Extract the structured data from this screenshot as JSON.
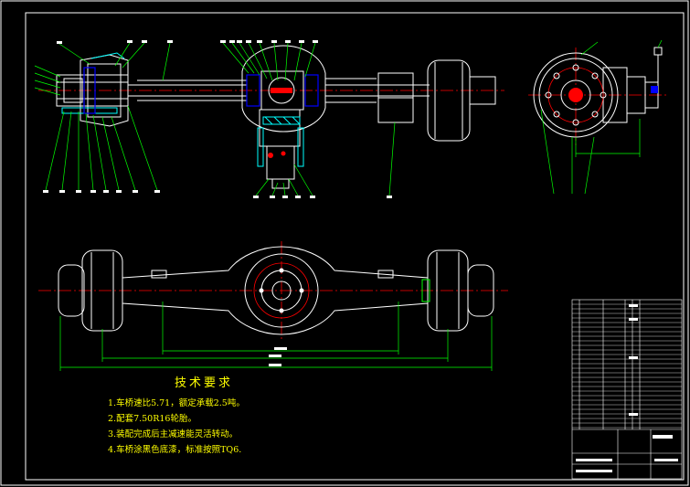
{
  "drawing": {
    "colors": {
      "background": "#000000",
      "outline": "#ffffff",
      "centerline": "#ff0000",
      "dimension": "#00ff00",
      "leader": "#00ff00",
      "hatch": "#00ffff",
      "part_blue": "#0000ff",
      "accent_red": "#ff0000"
    }
  },
  "tech_requirements": {
    "title": "技术要求",
    "lines": [
      "1.车桥速比5.71，额定承载2.5吨。",
      "2.配套7.50R16轮胎。",
      "3.装配完成后主减速能灵活转动。",
      "4.车桥涂黑色底漆，标准按照TQ6."
    ]
  }
}
